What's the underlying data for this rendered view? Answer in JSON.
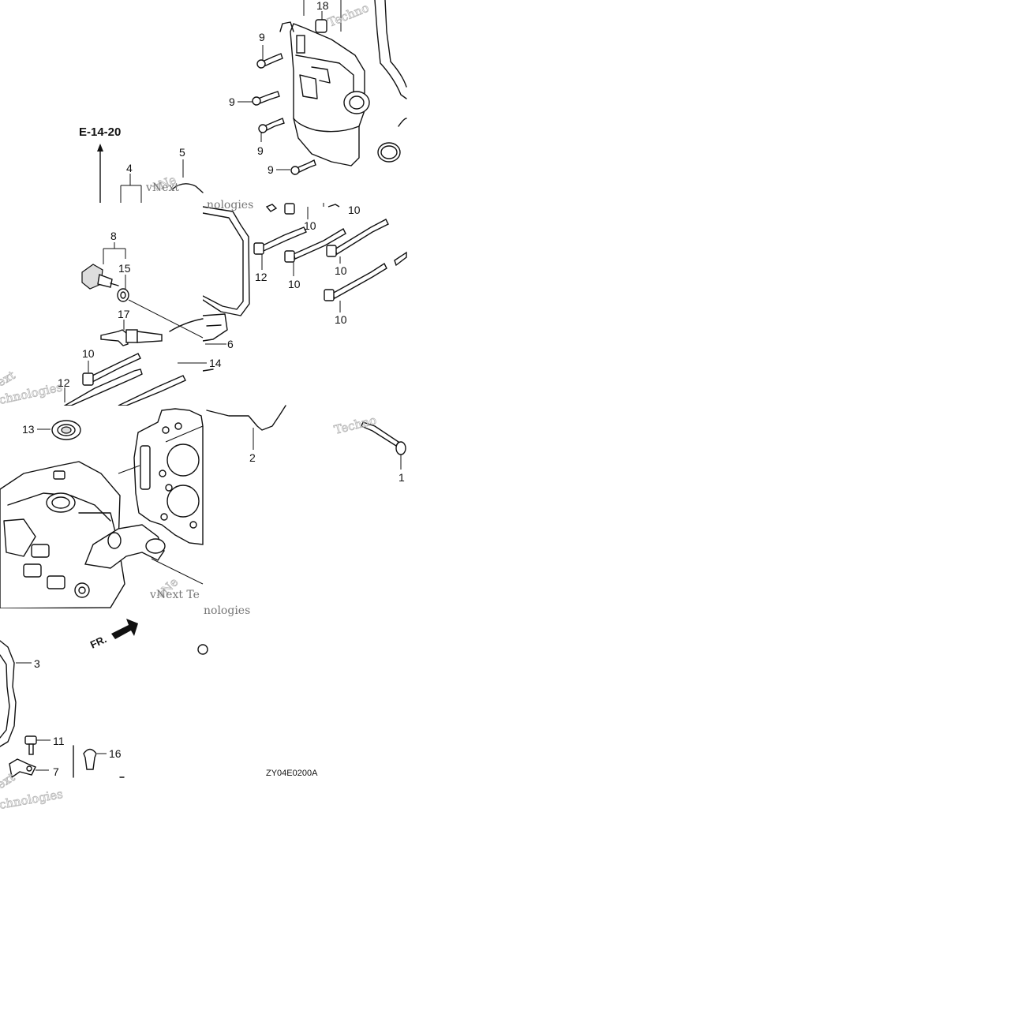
{
  "reference": "E-14-20",
  "drawing_code": "ZY04E0200A",
  "front_marker": "FR.",
  "watermarks": [
    "Techno",
    "vNe",
    "vNext",
    "nologies",
    "ext",
    "chnologies",
    "Techno",
    "vNext Te",
    "nologies",
    "ext",
    "chnologies"
  ],
  "callouts": {
    "c18": "18",
    "c9a": "9",
    "c9b": "9",
    "c9c": "9",
    "c9d": "9",
    "c4": "4",
    "c5": "5",
    "c8": "8",
    "c15": "15",
    "c17": "17",
    "c10a": "10",
    "c10b": "10",
    "c10c": "10",
    "c10d": "10",
    "c10e": "10",
    "c10f": "10",
    "c12a": "12",
    "c12b": "12",
    "c6": "6",
    "c14": "14",
    "c13": "13",
    "c2": "2",
    "c1": "1",
    "c3": "3",
    "c11": "11",
    "c7": "7",
    "c16": "16"
  }
}
